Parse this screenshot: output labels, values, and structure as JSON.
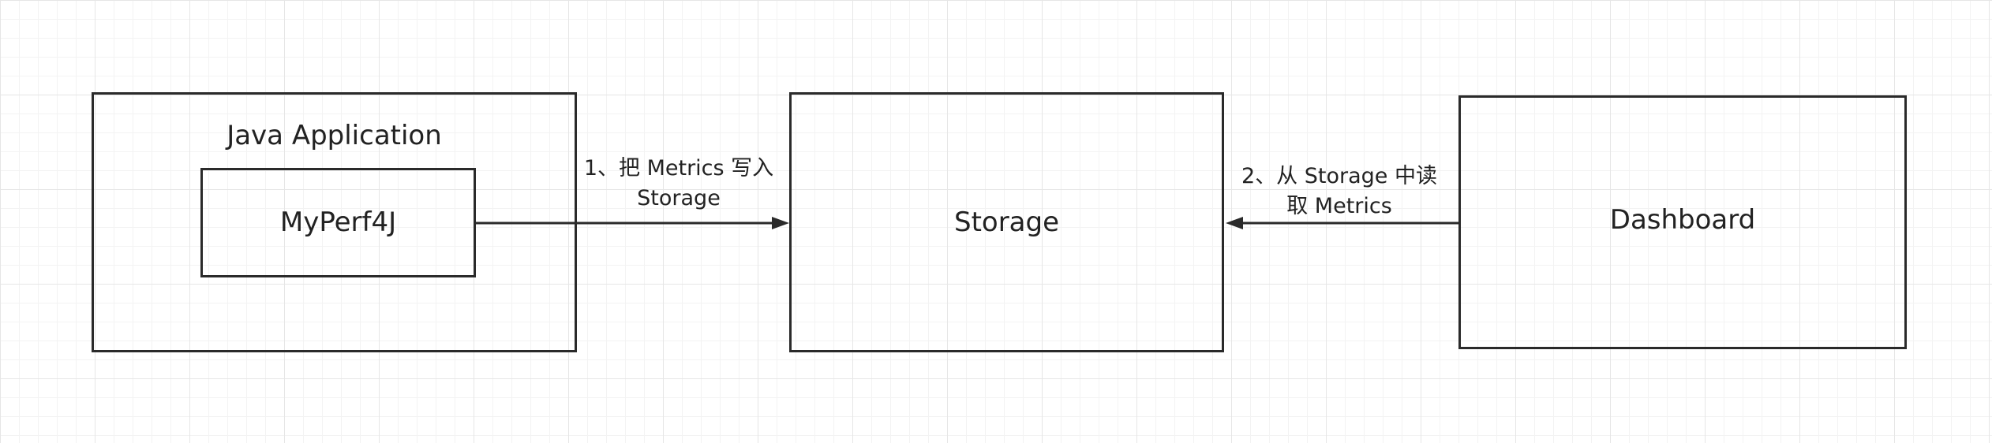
{
  "nodes": {
    "java_application": {
      "title": "Java Application"
    },
    "myperf4j": {
      "label": "MyPerf4J"
    },
    "storage": {
      "label": "Storage"
    },
    "dashboard": {
      "label": "Dashboard"
    }
  },
  "edges": {
    "write": {
      "line1": "1、把 Metrics 写入",
      "line2": "Storage"
    },
    "read": {
      "line1": "2、从 Storage 中读",
      "line2": "取 Metrics"
    }
  },
  "colors": {
    "stroke": "#2a2a2a",
    "text": "#222222",
    "grid": "#e6e6e6"
  }
}
